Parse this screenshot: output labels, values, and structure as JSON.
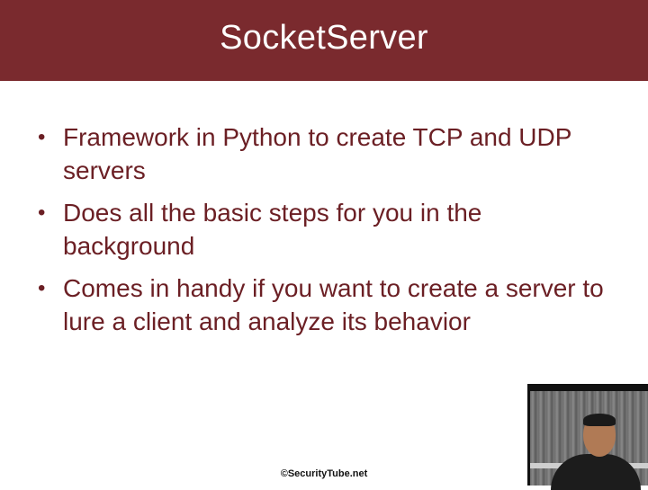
{
  "slide": {
    "title": "SocketServer",
    "bullets": [
      "Framework in Python to create TCP and UDP servers",
      "Does all the basic steps for you in the background",
      "Comes in handy if you want to create a server to lure a client and analyze its behavior"
    ],
    "bullet_symbol": "•",
    "footer": "©SecurityTube.net"
  },
  "colors": {
    "title_bar": "#7a2a2e",
    "title_text": "#ffffff",
    "bullet_text": "#6b1f24"
  },
  "icons": {
    "webcam": "presenter-webcam-overlay"
  }
}
